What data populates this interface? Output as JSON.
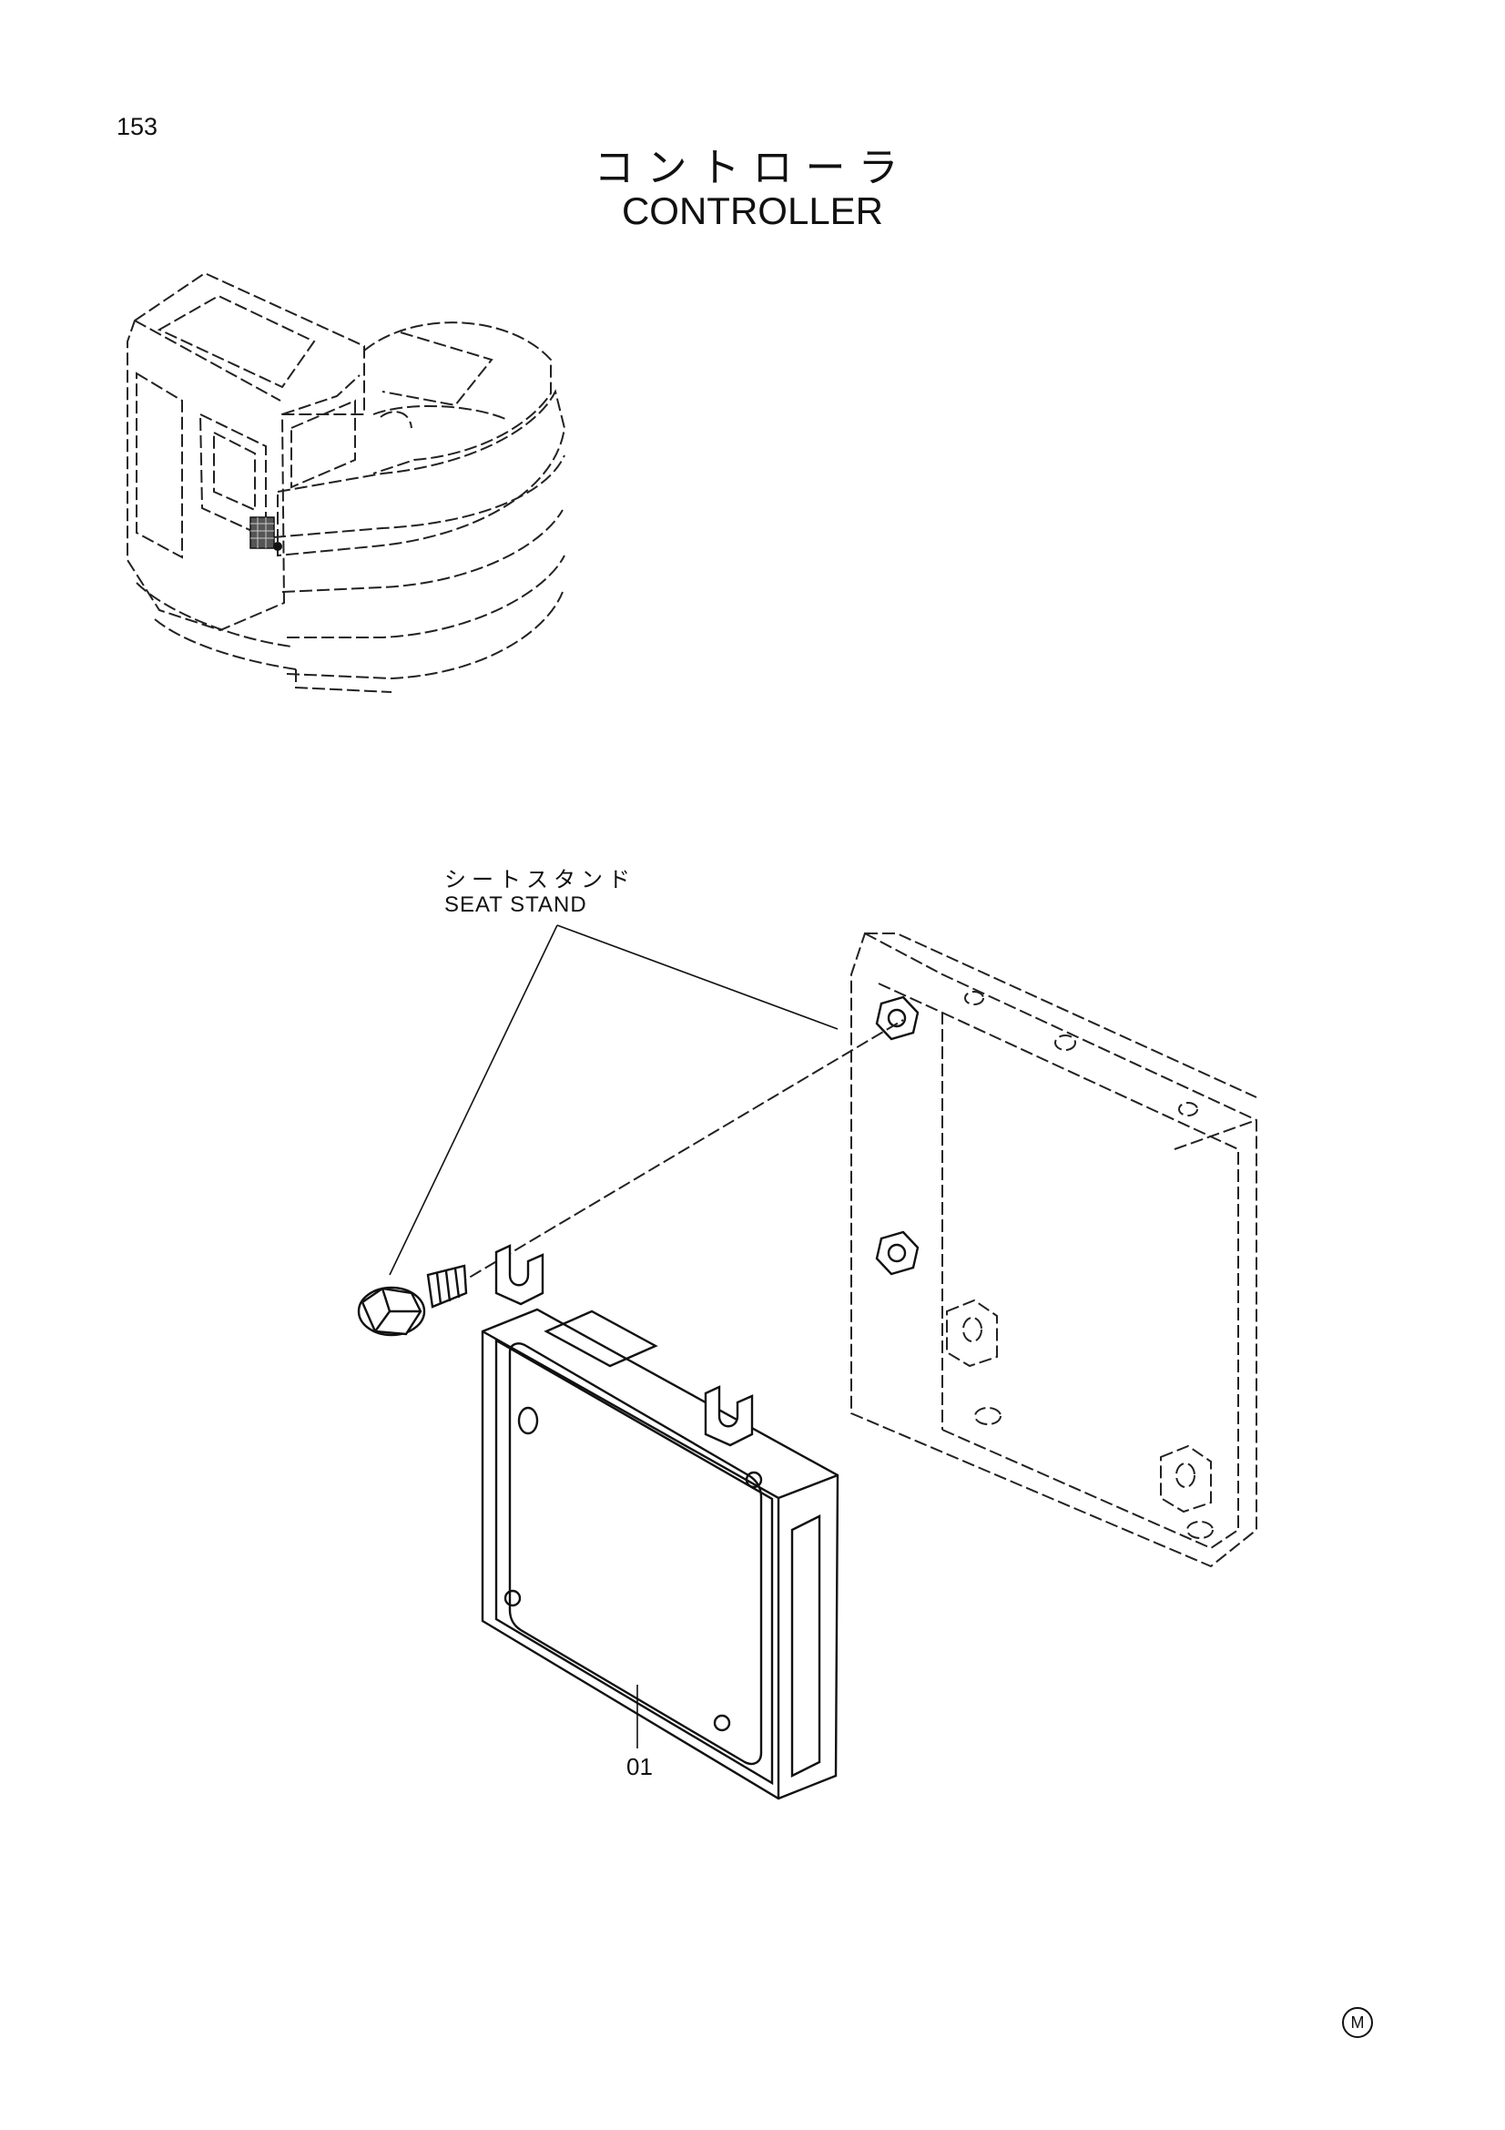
{
  "header": {
    "page_number": "153",
    "title_ja": "コントローラ",
    "title_en": "CONTROLLER"
  },
  "callouts": {
    "seat_stand_ja": "シートスタンド",
    "seat_stand_en": "SEAT STAND",
    "part_01": "01"
  },
  "footer": {
    "mark": "M"
  }
}
